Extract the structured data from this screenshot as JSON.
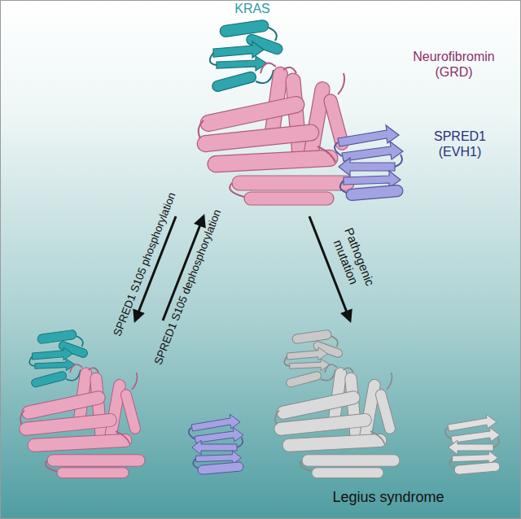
{
  "diagram": {
    "nodes": [
      {
        "text": [
          "KRAS",
          "Neurofibromin (GRD)",
          "SPRED1 (EVH1)"
        ]
      },
      {
        "text": []
      },
      {
        "text": [
          "Legius syndrome"
        ]
      }
    ],
    "edges": [
      {
        "from": 0,
        "to": 1,
        "arrow": "to",
        "label": "SPRED1 S105 phosphorylation"
      },
      {
        "from": 1,
        "to": 0,
        "arrow": "to",
        "label": "SPRED1 S105 dephosphorylation"
      },
      {
        "from": 0,
        "to": 2,
        "arrow": "to",
        "label": "Pathogenic mutation"
      }
    ]
  }
}
